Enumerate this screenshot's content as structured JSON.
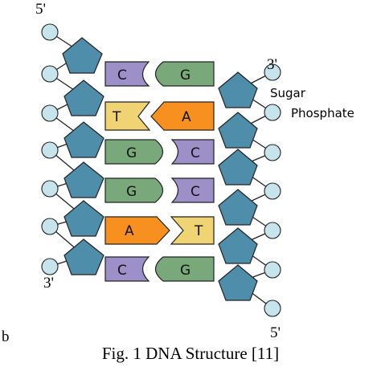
{
  "labels": {
    "five_prime_top": "5'",
    "three_prime_right": "3'",
    "sugar": "Sugar",
    "phosphate": "Phosphate",
    "three_prime_left": "3'",
    "five_prime_bottom": "5'",
    "panel": "b",
    "caption": "Fig. 1 DNA Structure [11]"
  },
  "base_pairs": [
    {
      "left": "C",
      "right": "G"
    },
    {
      "left": "T",
      "right": "A"
    },
    {
      "left": "G",
      "right": "C"
    },
    {
      "left": "G",
      "right": "C"
    },
    {
      "left": "A",
      "right": "T"
    },
    {
      "left": "C",
      "right": "G"
    }
  ],
  "colors": {
    "A": "#f7901e",
    "T": "#f0d474",
    "G": "#79a97a",
    "C": "#9d8fc7",
    "sugar": "#4e8eaa",
    "phosphate": "#c7e3ec",
    "outline": "#222222"
  }
}
